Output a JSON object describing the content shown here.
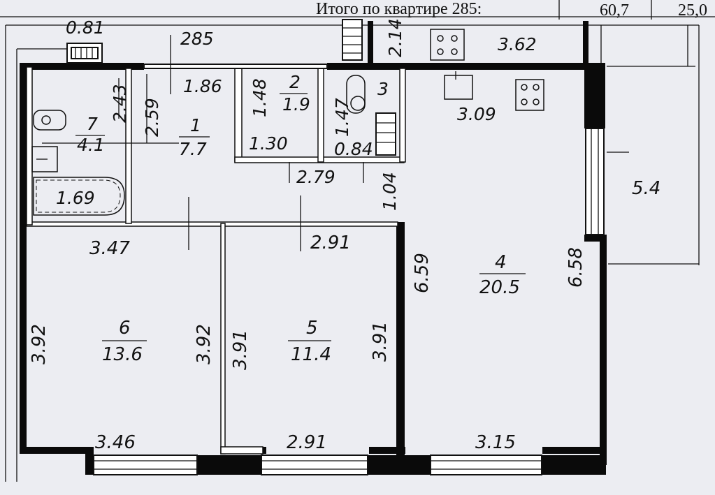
{
  "header": {
    "label": "Итого по квартире 285:",
    "value_1": "60,7",
    "value_2": "25,0"
  },
  "apartment_number": "285",
  "rooms": [
    {
      "id": "room-1",
      "number": "1",
      "area": "7.7"
    },
    {
      "id": "room-2",
      "number": "2",
      "area": "1.9"
    },
    {
      "id": "room-3",
      "number": "3",
      "area": ""
    },
    {
      "id": "room-4",
      "number": "4",
      "area": "20.5"
    },
    {
      "id": "room-5",
      "number": "5",
      "area": "11.4"
    },
    {
      "id": "room-6",
      "number": "6",
      "area": "13.6"
    },
    {
      "id": "room-7",
      "number": "7",
      "area": "4.1"
    }
  ],
  "balcony_area": "5.4",
  "dimensions": {
    "top_left": "0.81",
    "corridor_width_top": "1.86",
    "corridor_height": "2.59",
    "bath_height": "2.43",
    "bathtub": "1.69",
    "wc_height": "1.48",
    "wc_width": "1.30",
    "utility_height": "1.47",
    "utility_width": "0.84",
    "wc_block_width": "2.79",
    "kitchen_door_gap": "1.04",
    "top_small": "2.14",
    "kitchen_top": "3.62",
    "kitchen_mid": "3.09",
    "kitchen_height_left": "6.59",
    "kitchen_height_right": "6.58",
    "kitchen_bottom": "3.15",
    "room6_top": "3.47",
    "room6_left": "3.92",
    "room6_right": "3.92",
    "room6_bottom": "3.46",
    "room5_top": "2.91",
    "room5_left": "3.91",
    "room5_right": "3.91",
    "room5_bottom": "2.91"
  }
}
